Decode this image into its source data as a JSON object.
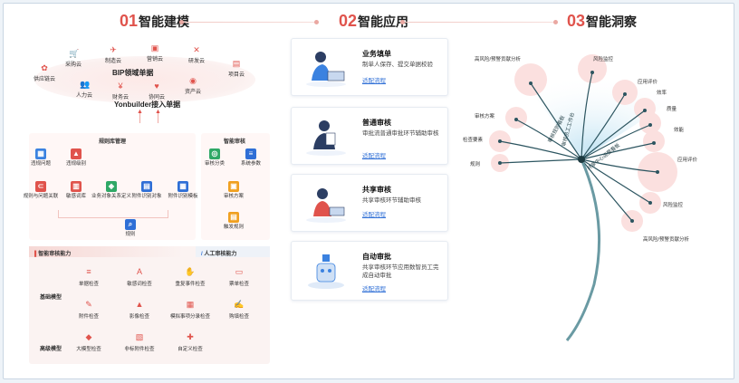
{
  "sections": {
    "s1": {
      "num": "01",
      "title": "智能建模"
    },
    "s2": {
      "num": "02",
      "title": "智能应用"
    },
    "s3": {
      "num": "03",
      "title": "智能洞察"
    }
  },
  "modeling": {
    "clouds": [
      "采购云",
      "制造云",
      "营销云",
      "研发云",
      "供应链云",
      "项目云",
      "人力云",
      "财务云",
      "协同云",
      "资产云"
    ],
    "bip_label": "BIP领域单据",
    "access_label": "Yonbuilder接入单据",
    "rule_mgmt": {
      "title": "规则库管理",
      "items": [
        "违规问题",
        "违规级别",
        "规则与问题关联",
        "敏感词库",
        "业务对象关系定义",
        "附件识别对象",
        "附件识别模板",
        "规则"
      ]
    },
    "smart_review": {
      "title": "智能审核",
      "items": [
        "审核分类",
        "系统参数",
        "审核方案",
        "触发规则"
      ]
    },
    "capability": {
      "ai_label": "智能审核能力",
      "manual_label": "人工审核能力",
      "basic_label": "基础模型",
      "advanced_label": "高级模型",
      "basic_items": [
        "单据检查",
        "敏感词检查",
        "重复事件检查",
        "票单检查",
        "附件检查",
        "影像检查",
        "模拟事项分录检查",
        "购填检查"
      ],
      "advanced_items": [
        "大模型检查",
        "非标附件检查",
        "自定义检查"
      ]
    }
  },
  "apps": [
    {
      "title": "业务填单",
      "desc": "制单人保存、提交单据校验",
      "link": "适配流程"
    },
    {
      "title": "普通审核",
      "desc": "审批流普通审批环节辅助审核",
      "link": "适配流程"
    },
    {
      "title": "共享审核",
      "desc": "共享审核环节辅助审核",
      "link": "适配流程"
    },
    {
      "title": "自动审批",
      "desc": "共享审核环节应用数智员工完成自动审批",
      "link": "适配流程"
    }
  ],
  "insight": {
    "trunk_labels": [
      "审核规则看板",
      "审核员工工作台",
      "共享中心运营看板"
    ],
    "leaves": [
      "高风险/预警贡献分析",
      "风险监控",
      "应用评价",
      "效率",
      "质量",
      "审核方案",
      "效能",
      "检查要素",
      "应用评价",
      "规则",
      "风险监控",
      "高风险/预警贡献分析"
    ]
  },
  "colors": {
    "accent": "#e0534c",
    "link": "#2f6fd6",
    "trunk": "#6a9aa3"
  }
}
